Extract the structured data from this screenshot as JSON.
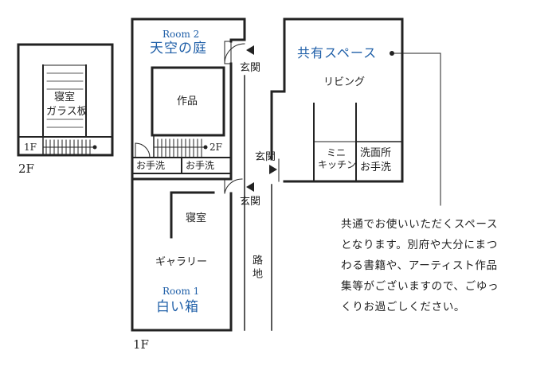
{
  "floor2": {
    "floor_label": "2F",
    "bedroom": "寝室",
    "glass_floor": "ガラス板",
    "stair_label": "1F"
  },
  "floor1": {
    "floor_label": "1F",
    "room2": {
      "en": "Room 2",
      "ja": "天空の庭"
    },
    "artwork": "作品",
    "stair_label": "2F",
    "toilet_left": "お手洗",
    "toilet_right": "お手洗",
    "bedroom": "寝室",
    "gallery": "ギャラリー",
    "room1": {
      "en": "Room 1",
      "ja": "白い箱"
    },
    "entrance_top": "玄関",
    "entrance_mid": "玄関",
    "entrance_bottom": "玄関",
    "alley": "路地"
  },
  "shared": {
    "title": "共有スペース",
    "living": "リビング",
    "mini_kitchen_1": "ミニ",
    "mini_kitchen_2": "キッチン",
    "washroom_1": "洗面所",
    "washroom_2": "お手洗"
  },
  "note_lines": [
    "共通でお使いいただくスペース",
    "となります。別府や大分にまつ",
    "わる書籍や、アーティスト作品",
    "集等がございますので、ごゆっ",
    "くりお過ごしください。"
  ],
  "colors": {
    "accent": "#1f5fa8",
    "line": "#222222"
  }
}
